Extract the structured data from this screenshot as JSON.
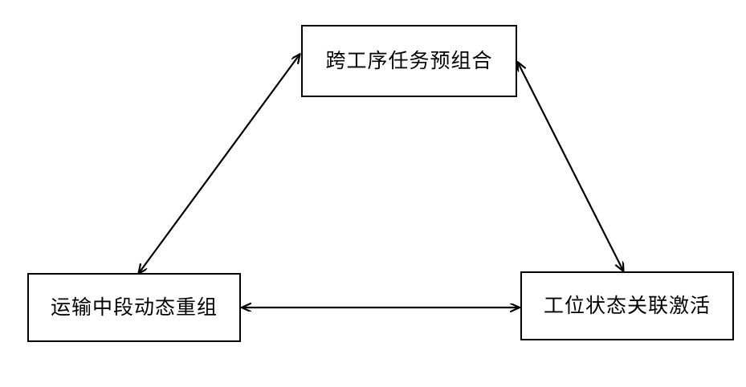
{
  "diagram": {
    "title": "",
    "type": "triangular-relationship-diagram",
    "background_color": "#ffffff",
    "stroke_color": "#000000",
    "nodes": [
      {
        "id": "top",
        "label": "跨工序任务预组合",
        "name": "cross-process-task-pre-combination-node"
      },
      {
        "id": "left",
        "label": "运输中段动态重组",
        "name": "transport-mid-segment-dynamic-recombination-node"
      },
      {
        "id": "right",
        "label": "工位状态关联激活",
        "name": "workstation-status-linked-activation-node"
      }
    ],
    "edges": [
      {
        "id": "top-left",
        "from": "top",
        "to": "left",
        "arrow": "double",
        "name": "edge-top-to-left"
      },
      {
        "id": "top-right",
        "from": "top",
        "to": "right",
        "arrow": "double",
        "name": "edge-top-to-right"
      },
      {
        "id": "left-right",
        "from": "left",
        "to": "right",
        "arrow": "double",
        "name": "edge-left-to-right"
      }
    ]
  }
}
